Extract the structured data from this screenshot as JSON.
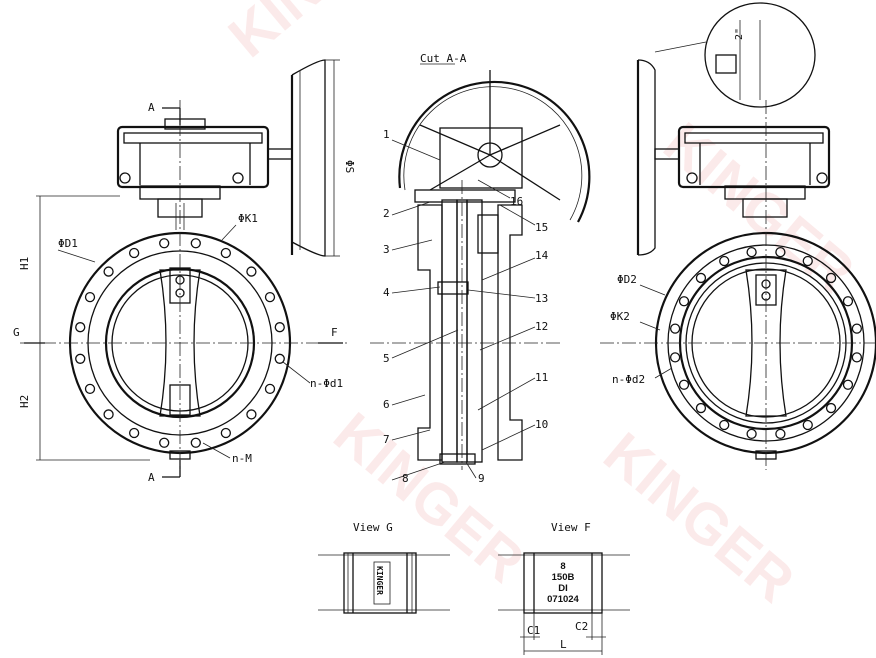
{
  "watermark": "KINGER",
  "section_label": "Cut A-A",
  "section_marker": "A",
  "view_g_label": "View G",
  "view_f_label": "View F",
  "view_g_marker": "G",
  "view_f_marker": "F",
  "dimensions_front": {
    "h1": "H1",
    "h2": "H2",
    "d1": "ΦD1",
    "k1": "ΦK1",
    "nd1": "n-Φd1",
    "nm": "n-M",
    "s": "ΦS"
  },
  "dimensions_rear": {
    "d2": "ΦD2",
    "k2": "ΦK2",
    "nd2": "n-Φd2",
    "detail": "2\""
  },
  "dimensions_side": {
    "c1": "C1",
    "c2": "C2",
    "l": "L"
  },
  "part_numbers_left": [
    "1",
    "2",
    "3",
    "4",
    "5",
    "6",
    "7",
    "8"
  ],
  "part_numbers_right": [
    "16",
    "15",
    "14",
    "13",
    "12",
    "11",
    "10",
    "9"
  ],
  "nameplate": [
    "8",
    "150B",
    "DI",
    "071024"
  ],
  "body_marking": "KINGER"
}
